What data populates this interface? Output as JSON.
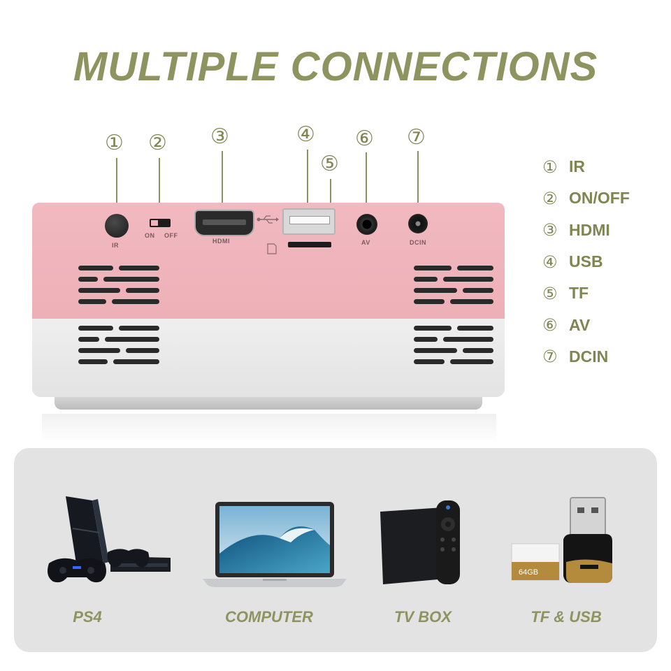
{
  "title": "MULTIPLE CONNECTIONS",
  "colors": {
    "accent": "#8e9460",
    "device_pink": "#efb4bb",
    "device_white": "#ececec",
    "panel": "#e3e3e3"
  },
  "callouts": [
    "①",
    "②",
    "③",
    "④",
    "⑤",
    "⑥",
    "⑦"
  ],
  "ports": {
    "ir_label": "IR",
    "switch_on": "ON",
    "switch_off": "OFF",
    "hdmi_label": "HDMI",
    "av_label": "AV",
    "dcin_label": "DCIN"
  },
  "legend": [
    {
      "num": "①",
      "label": "IR"
    },
    {
      "num": "②",
      "label": "ON/OFF"
    },
    {
      "num": "③",
      "label": "HDMI"
    },
    {
      "num": "④",
      "label": "USB"
    },
    {
      "num": "⑤",
      "label": "TF"
    },
    {
      "num": "⑥",
      "label": "AV"
    },
    {
      "num": "⑦",
      "label": "DCIN"
    }
  ],
  "devices": [
    {
      "label": "PS4",
      "icon": "ps4-console-icon"
    },
    {
      "label": "COMPUTER",
      "icon": "laptop-icon"
    },
    {
      "label": "TV BOX",
      "icon": "tv-box-icon"
    },
    {
      "label": "TF & USB",
      "icon": "usb-tf-card-icon"
    }
  ],
  "sd_card_text": "64GB"
}
